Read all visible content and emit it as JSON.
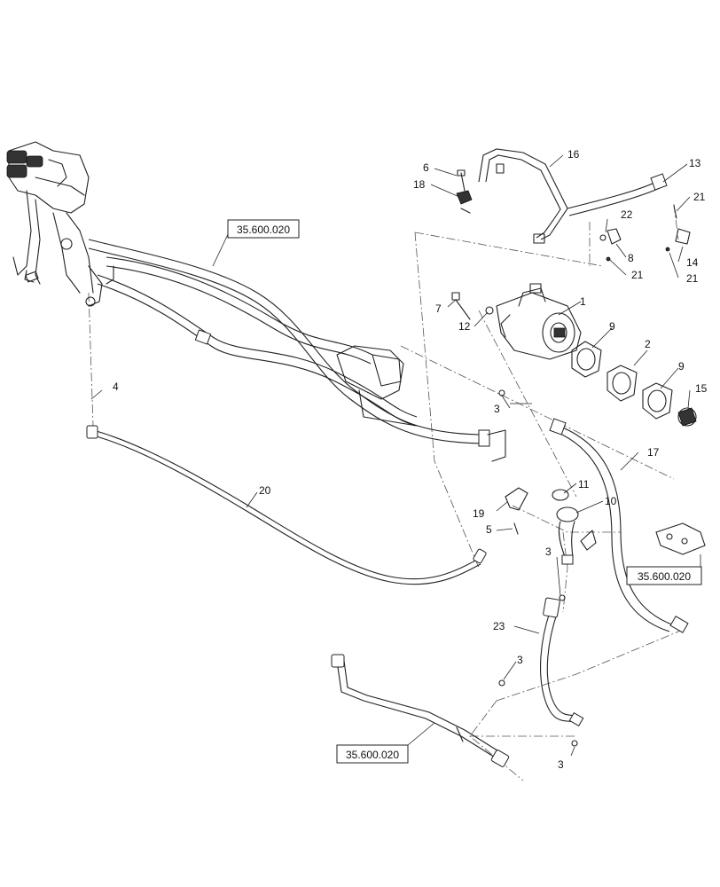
{
  "references": [
    {
      "id": "ref-top",
      "label": "35.600.020"
    },
    {
      "id": "ref-right",
      "label": "35.600.020"
    },
    {
      "id": "ref-bottom",
      "label": "35.600.020"
    }
  ],
  "callouts": [
    {
      "id": "c1",
      "label": "1"
    },
    {
      "id": "c2",
      "label": "2"
    },
    {
      "id": "c3a",
      "label": "3"
    },
    {
      "id": "c3b",
      "label": "3"
    },
    {
      "id": "c3c",
      "label": "3"
    },
    {
      "id": "c3d",
      "label": "3"
    },
    {
      "id": "c4",
      "label": "4"
    },
    {
      "id": "c5",
      "label": "5"
    },
    {
      "id": "c6",
      "label": "6"
    },
    {
      "id": "c7",
      "label": "7"
    },
    {
      "id": "c8",
      "label": "8"
    },
    {
      "id": "c9a",
      "label": "9"
    },
    {
      "id": "c9b",
      "label": "9"
    },
    {
      "id": "c10",
      "label": "10"
    },
    {
      "id": "c11",
      "label": "11"
    },
    {
      "id": "c12",
      "label": "12"
    },
    {
      "id": "c13",
      "label": "13"
    },
    {
      "id": "c14",
      "label": "14"
    },
    {
      "id": "c15",
      "label": "15"
    },
    {
      "id": "c16",
      "label": "16"
    },
    {
      "id": "c17",
      "label": "17"
    },
    {
      "id": "c18",
      "label": "18"
    },
    {
      "id": "c19",
      "label": "19"
    },
    {
      "id": "c20",
      "label": "20"
    },
    {
      "id": "c21a",
      "label": "21"
    },
    {
      "id": "c21b",
      "label": "21"
    },
    {
      "id": "c21c",
      "label": "21"
    },
    {
      "id": "c22",
      "label": "22"
    },
    {
      "id": "c23",
      "label": "23"
    }
  ]
}
